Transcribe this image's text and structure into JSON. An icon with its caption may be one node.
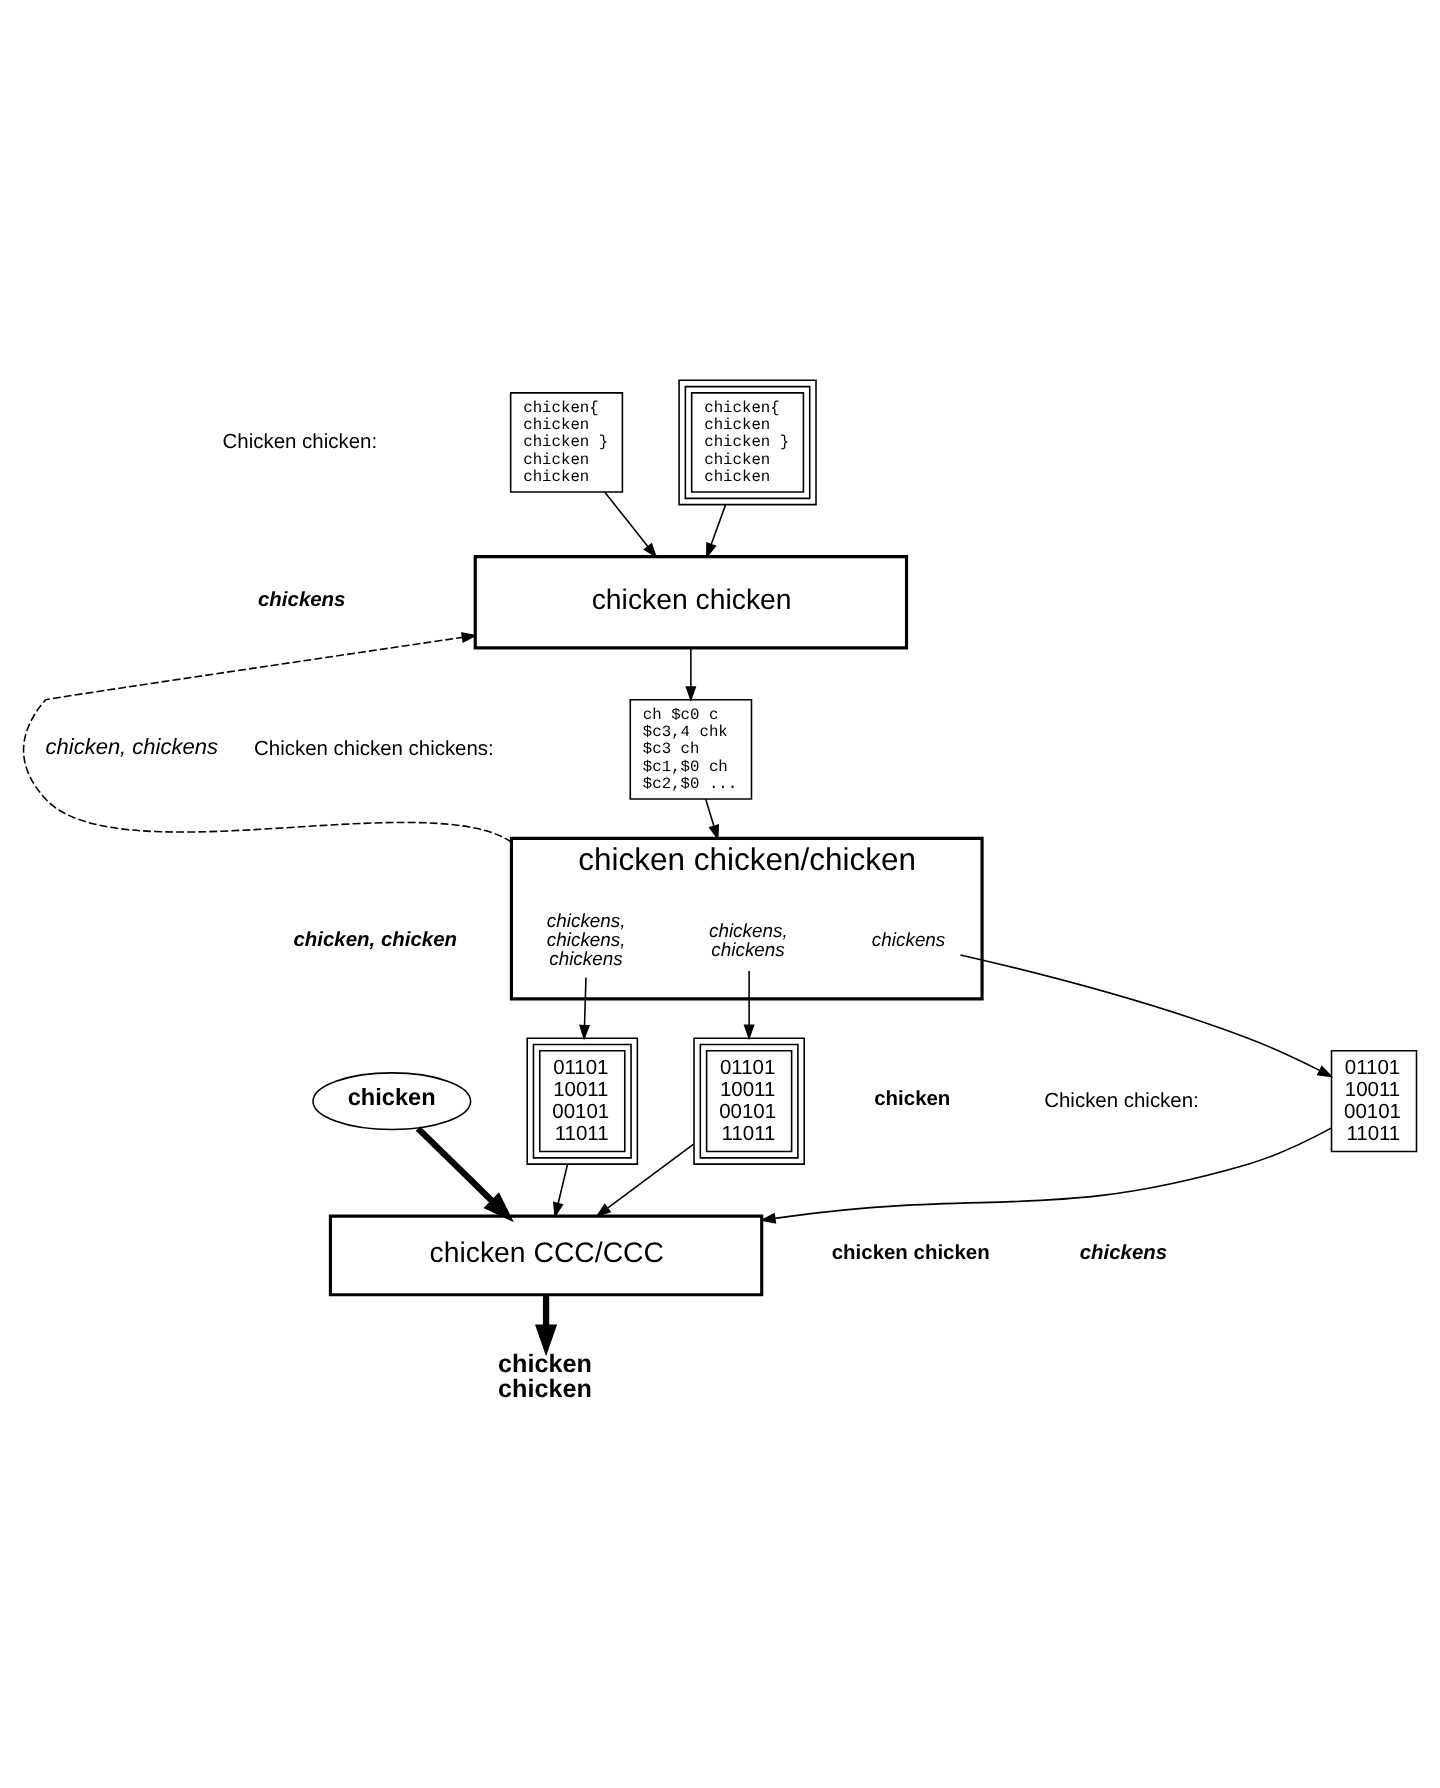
{
  "diagram": {
    "nodes": [
      {
        "text": [
          "chicken{ chicken chicken } chicken chicken"
        ]
      },
      {
        "text": [
          "chicken{ chicken chicken } chicken chicken"
        ]
      },
      {
        "text": [
          "chicken chicken"
        ]
      },
      {
        "text": [
          "ch $c0 c $c3,4 chk $c3 ch $c1,$0 ch $c2,$0 ..."
        ]
      },
      {
        "text": [
          "chicken chicken/chicken"
        ]
      },
      {
        "text": [
          "chickens"
        ],
        "in": 4
      },
      {
        "text": [
          "chickens, chickens"
        ],
        "in": 4
      },
      {
        "text": [
          "chickens, chickens, chickens"
        ],
        "in": 4
      },
      {
        "text": [
          "01101 10011 00101 11011"
        ]
      },
      {
        "text": [
          "01101 10011 00101 11011"
        ]
      },
      {
        "text": [
          "01101 10011 00101 11011"
        ]
      },
      {
        "text": [
          "chicken"
        ]
      },
      {
        "text": [
          "chicken CCC/CCC"
        ]
      },
      {
        "text": [
          "chicken chicken"
        ]
      }
    ],
    "edges": [
      {
        "from": 0,
        "to": 2,
        "arrow": "to"
      },
      {
        "from": 1,
        "to": 2,
        "arrow": "to"
      },
      {
        "from": 2,
        "to": 3,
        "arrow": "to"
      },
      {
        "from": 3,
        "to": 4,
        "arrow": "to"
      },
      {
        "from": 4,
        "to": 2,
        "arrow": "to",
        "style": "dashed",
        "label": "chicken, chickens"
      },
      {
        "from": 5,
        "to": 8,
        "arrow": "to"
      },
      {
        "from": 6,
        "to": 9,
        "arrow": "to"
      },
      {
        "from": 7,
        "to": 10,
        "arrow": "to"
      },
      {
        "from": 8,
        "to": 12,
        "arrow": "to"
      },
      {
        "from": 9,
        "to": 12,
        "arrow": "to"
      },
      {
        "from": 10,
        "to": 12,
        "arrow": "to"
      },
      {
        "from": 11,
        "to": 12,
        "arrow": "to",
        "style": "thick"
      },
      {
        "from": 12,
        "to": 13,
        "arrow": "to",
        "style": "thick"
      }
    ],
    "labels": [
      "Chicken chicken:",
      "chickens",
      "Chicken chicken chickens:",
      "chicken, chicken",
      "Chicken chicken:",
      "chickens",
      "chicken",
      "chicken chicken"
    ]
  }
}
